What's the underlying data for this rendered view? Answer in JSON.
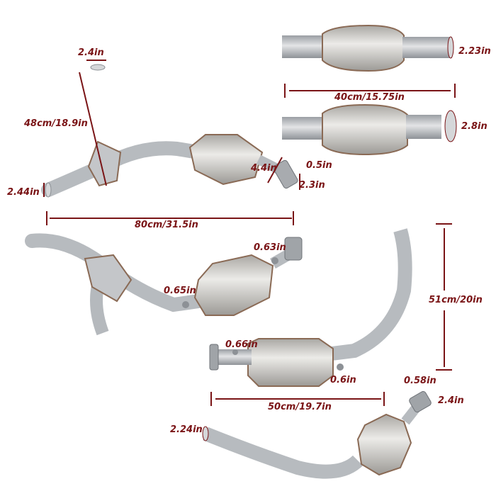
{
  "image": {
    "subject": "Catalytic converter exhaust pipe set with dimension annotations",
    "label_color": "#7a1416",
    "pipe_color": "#b9bcc0",
    "converter_color": "#c9c8c4",
    "weld_color": "#8a6a55"
  },
  "parts": [
    {
      "name": "y-pipe-assembly",
      "labels": {
        "top_diameter": "2.4in",
        "height": "48cm/18.9in",
        "inlet_diameter": "2.44in",
        "flange_length": "4.4in",
        "flange_thickness": "0.5in",
        "flange_diameter": "2.3in",
        "length": "80cm/31.5in"
      }
    },
    {
      "name": "straight-converter-1",
      "labels": {
        "outlet_diameter": "2.23in",
        "length": "40cm/15.75in"
      }
    },
    {
      "name": "straight-converter-2",
      "labels": {
        "outlet_diameter": "2.8in"
      }
    },
    {
      "name": "y-pipe-with-o2-bungs",
      "labels": {
        "bung_1": "0.65in",
        "bung_2": "0.63in"
      }
    },
    {
      "name": "bent-pipe-converter",
      "labels": {
        "bung_1": "0.66in",
        "bung_2": "0.6in",
        "height": "51cm/20in"
      }
    },
    {
      "name": "front-converter-pipe",
      "labels": {
        "length": "50cm/19.7in",
        "inlet_diameter": "2.24in",
        "bung": "0.58in",
        "flange_diameter": "2.4in"
      }
    }
  ]
}
